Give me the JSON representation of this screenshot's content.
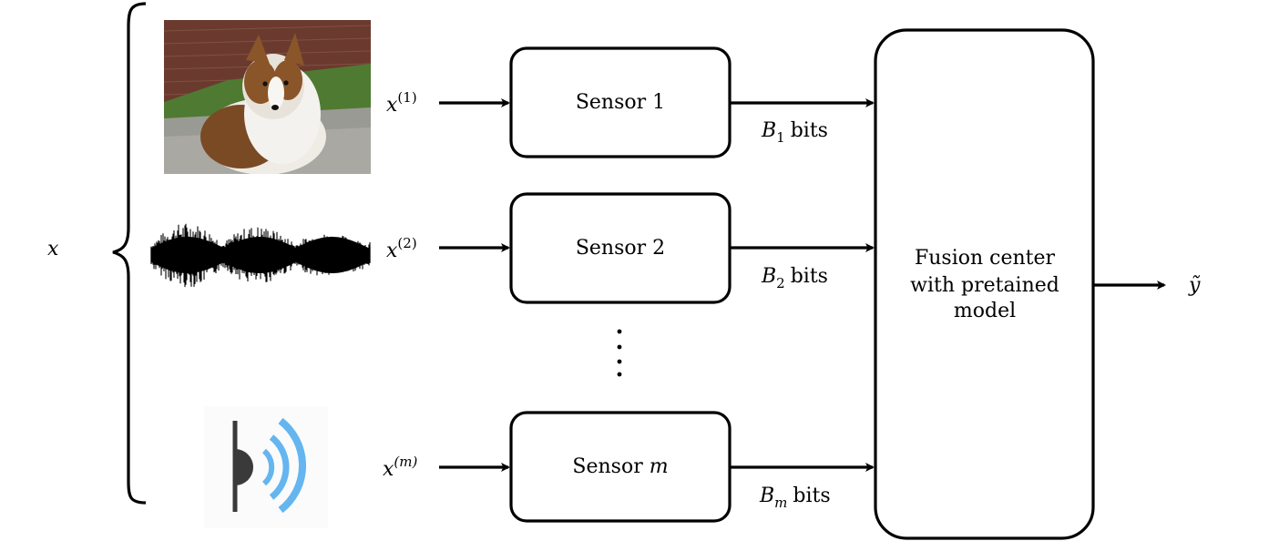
{
  "input": {
    "label": "x"
  },
  "sources": [
    {
      "var": "x",
      "sup": "(1)",
      "picture": "dog-photo"
    },
    {
      "var": "x",
      "sup": "(2)",
      "picture": "audio-waveform"
    },
    {
      "var": "x",
      "sup": "(m)",
      "picture": "radar-signal-icon"
    }
  ],
  "sensors": [
    {
      "prefix": "Sensor",
      "index": "1",
      "index_italic": false
    },
    {
      "prefix": "Sensor",
      "index": "2",
      "index_italic": false
    },
    {
      "prefix": "Sensor",
      "index": "m",
      "index_italic": true
    }
  ],
  "bits": [
    {
      "var": "B",
      "sub": "1",
      "sub_italic": false,
      "suffix": "bits"
    },
    {
      "var": "B",
      "sub": "2",
      "sub_italic": false,
      "suffix": "bits"
    },
    {
      "var": "B",
      "sub": "m",
      "sub_italic": true,
      "suffix": "bits"
    }
  ],
  "ellipsis": "⋮",
  "fusion": {
    "lines": [
      "Fusion center",
      "with pretained",
      "model"
    ]
  },
  "output": {
    "label": "ỹ"
  },
  "colors": {
    "stroke": "#000000",
    "signal_blue": "#64b5f0",
    "signal_dark": "#3a3a3a"
  }
}
